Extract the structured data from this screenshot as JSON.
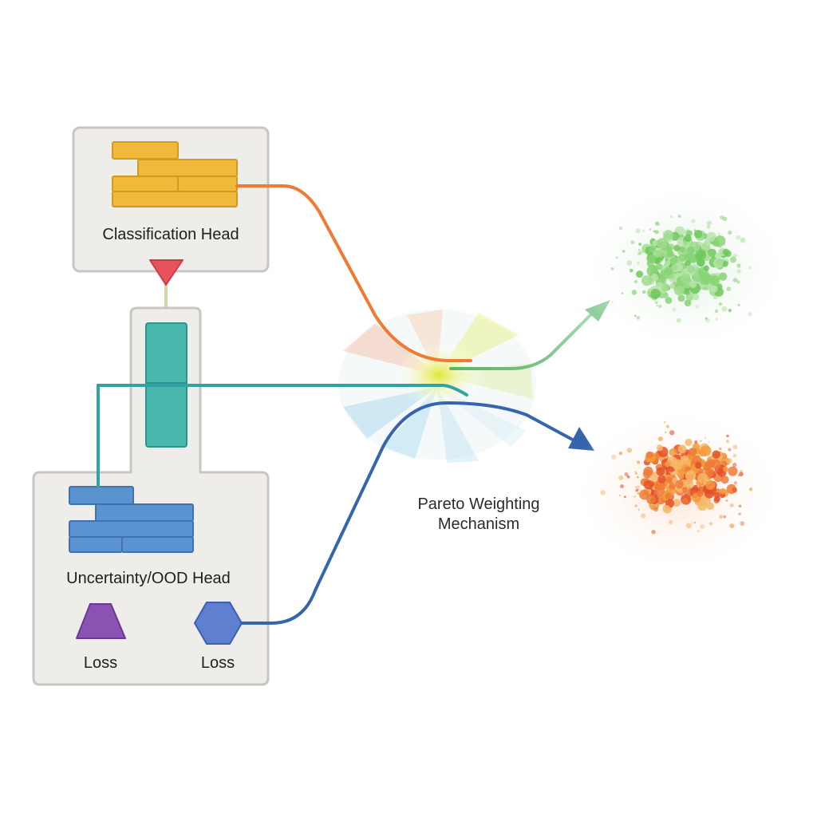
{
  "colors": {
    "panel_fill": "#efedea",
    "panel_stroke": "#c9c6c1",
    "classification_bars": "#f0b93a",
    "uncertainty_bars": "#5b93d1",
    "connector_bar": "#49b7ad",
    "warning_triangle": "#e8525a",
    "orange_flow": "#f07a32",
    "teal_flow": "#2fa3a8",
    "blue_flow": "#3465ae",
    "green_flow": "#8fd09c",
    "green_cluster": "#7cd06a",
    "orange_cluster": "#ec6a34",
    "loss_triangle": "#8a53b3",
    "loss_hexagon": "#5f7fd0"
  },
  "classification_head": {
    "label": "Classification Head",
    "icon": "stacked-bars-icon"
  },
  "uncertainty_head": {
    "label": "Uncertainty/OOD Head",
    "icon": "stacked-bars-icon"
  },
  "losses": [
    {
      "label": "Loss",
      "icon": "triangle-icon"
    },
    {
      "label": "Loss",
      "icon": "hexagon-icon"
    }
  ],
  "mechanism": {
    "line1": "Pareto Weighting",
    "line2": "Mechanism"
  },
  "outputs": [
    {
      "icon": "point-cloud-icon",
      "color": "green"
    },
    {
      "icon": "point-cloud-icon",
      "color": "orange"
    }
  ]
}
